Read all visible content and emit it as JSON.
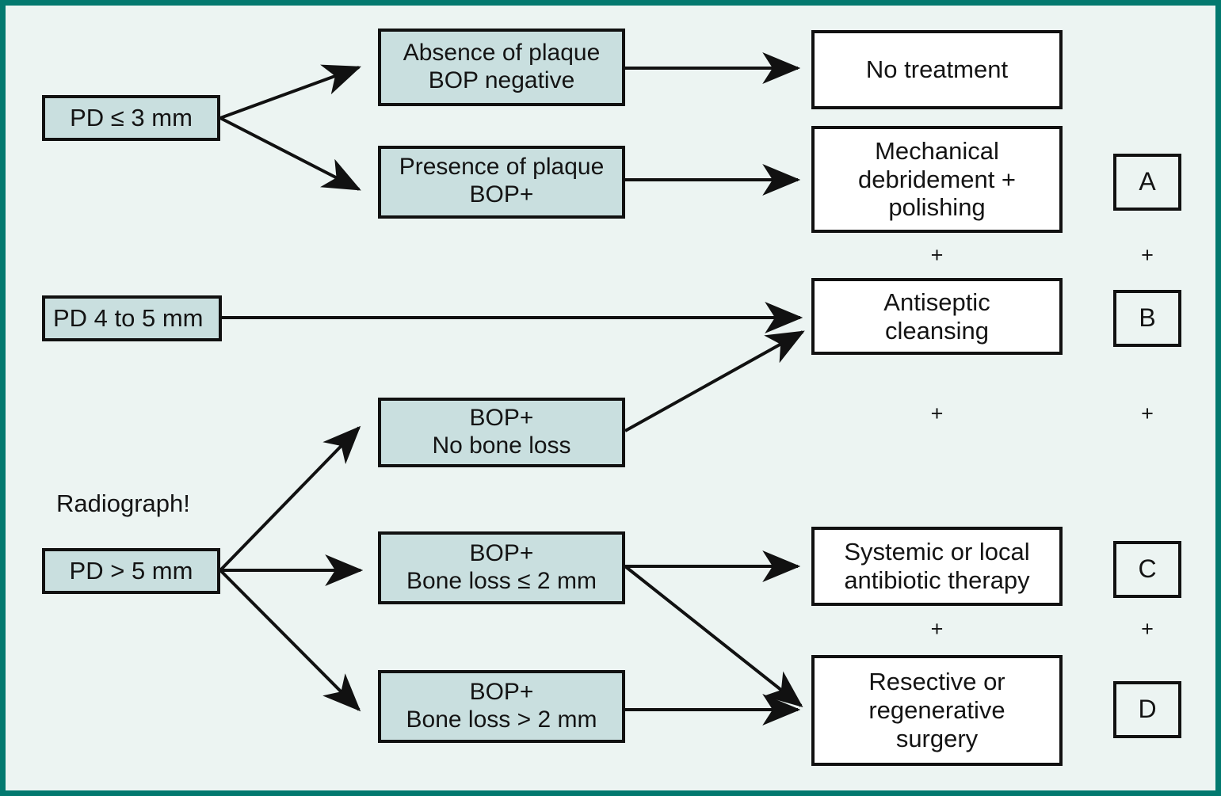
{
  "figure": {
    "type": "clinical-decision-flowchart",
    "border_color": "#03796f",
    "background_color": "#ecf4f2",
    "condition_box_color": "#c9dfdf",
    "treatment_box_color": "#ffffff",
    "line_color": "#111111"
  },
  "conditions": {
    "pd3": "PD ≤ 3 mm",
    "pd45": "PD 4 to 5 mm",
    "pd5": "PD > 5 mm"
  },
  "findings": {
    "absence": "Absence of plaque\nBOP negative",
    "presence": "Presence of plaque\nBOP+",
    "bop_no_bone_loss": "BOP+\nNo bone loss",
    "bop_bone_loss_le2": "BOP+\nBone loss ≤ 2 mm",
    "bop_bone_loss_gt2": "BOP+\nBone loss > 2 mm"
  },
  "treatments": {
    "no_treatment": "No treatment",
    "mechanical": "Mechanical\ndebridement +\npolishing",
    "antiseptic": "Antiseptic\ncleansing",
    "antibiotic": "Systemic or local\nantibiotic therapy",
    "surgery": "Resective or\nregenerative\nsurgery"
  },
  "letters": {
    "a": "A",
    "b": "B",
    "c": "C",
    "d": "D"
  },
  "operators": {
    "plus": "+"
  },
  "labels": {
    "radiograph": "Radiograph!"
  }
}
